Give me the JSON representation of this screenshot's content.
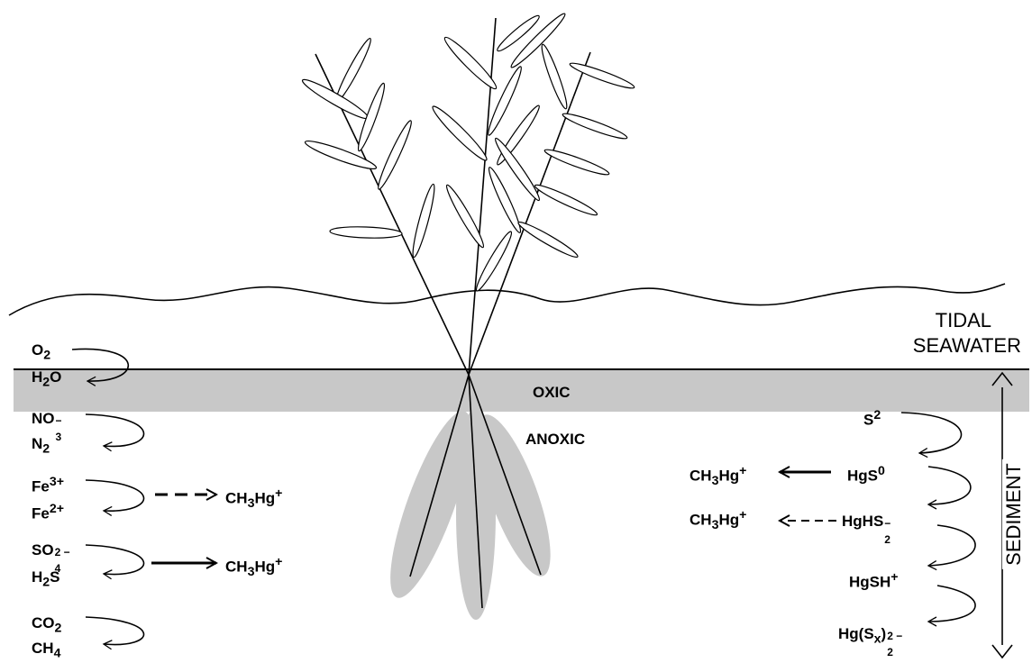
{
  "labels": {
    "tidal": "TIDAL",
    "seawater": "SEAWATER",
    "oxic": "OXIC",
    "anoxic": "ANOXIC",
    "sediment": "SEDIMENT"
  },
  "redox_pairs": [
    {
      "ox_base": "O",
      "ox_sub": "2",
      "ox_sup": "",
      "red_base": "H",
      "red_sub": "2",
      "red_tail": "O"
    },
    {
      "ox_base": "NO",
      "ox_sub": "3",
      "ox_sup": "−",
      "red_base": "N",
      "red_sub": "2",
      "red_tail": ""
    },
    {
      "ox_base": "Fe",
      "ox_sub": "",
      "ox_sup": "3+",
      "red_base": "Fe",
      "red_sub": "",
      "red_tail": "",
      "red_sup": "2+"
    },
    {
      "ox_base": "SO",
      "ox_sub": "4",
      "ox_sup": "2 −",
      "red_base": "H",
      "red_sub": "2",
      "red_tail": "S"
    },
    {
      "ox_base": "CO",
      "ox_sub": "2",
      "ox_sup": "",
      "red_base": "CH",
      "red_sub": "4",
      "red_tail": ""
    }
  ],
  "methylation_product": {
    "base": "CH",
    "sub": "3",
    "mid": "Hg",
    "sup": "+"
  },
  "mercury_species": {
    "s2": {
      "base": "S",
      "sup": "2"
    },
    "hgs0": {
      "base": "HgS",
      "sup": "0"
    },
    "hghs2": {
      "base": "HgHS",
      "sub": "2",
      "sup": "−"
    },
    "hgsh": {
      "base": "HgSH",
      "sup": "+"
    },
    "polysulfide": {
      "base": "Hg(S",
      "sub1": "x",
      "close": ")",
      "sup": "2 −",
      "sub2": "2"
    }
  },
  "arrow_styles": {
    "fe_to_mehg": "dashed",
    "so4_to_mehg": "solid",
    "hgs0_to_mehg": "solid",
    "hghs2_to_mehg": "dashed"
  },
  "colors": {
    "oxic_band": "#c8c8c8",
    "rhizosphere": "#c8c8c8",
    "line": "#000000"
  }
}
